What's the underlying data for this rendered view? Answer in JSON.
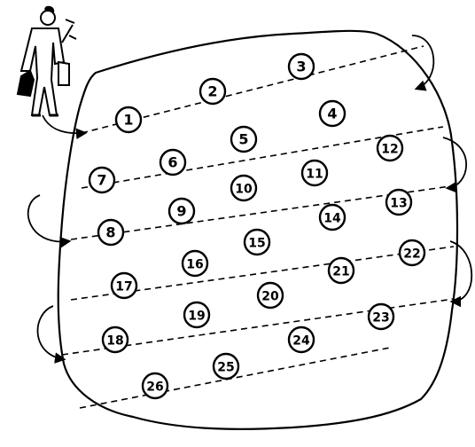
{
  "stations": [
    {
      "label": "1"
    },
    {
      "label": "2"
    },
    {
      "label": "3"
    },
    {
      "label": "4"
    },
    {
      "label": "5"
    },
    {
      "label": "6"
    },
    {
      "label": "7"
    },
    {
      "label": "8"
    },
    {
      "label": "9"
    },
    {
      "label": "10"
    },
    {
      "label": "11"
    },
    {
      "label": "12"
    },
    {
      "label": "13"
    },
    {
      "label": "14"
    },
    {
      "label": "15"
    },
    {
      "label": "16"
    },
    {
      "label": "17"
    },
    {
      "label": "18"
    },
    {
      "label": "19"
    },
    {
      "label": "20"
    },
    {
      "label": "21"
    },
    {
      "label": "22"
    },
    {
      "label": "23"
    },
    {
      "label": "24"
    },
    {
      "label": "25"
    },
    {
      "label": "26"
    }
  ],
  "colors": {
    "ink": "#000000",
    "paper": "#ffffff"
  },
  "icons": [
    "surveyor-figure-icon",
    "u-turn-arrow-icon"
  ]
}
